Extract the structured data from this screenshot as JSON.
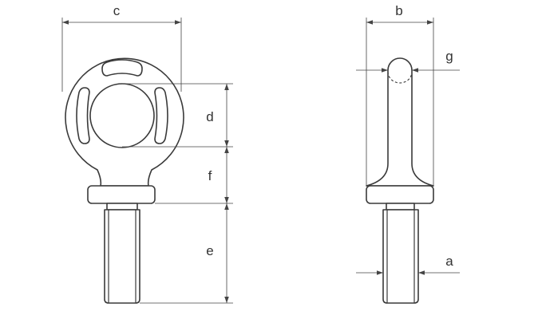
{
  "dimension_labels": {
    "a": "a",
    "b": "b",
    "c": "c",
    "d": "d",
    "e": "e",
    "f": "f",
    "g": "g"
  },
  "colors": {
    "line": "#3a3a3a",
    "background": "#ffffff"
  }
}
